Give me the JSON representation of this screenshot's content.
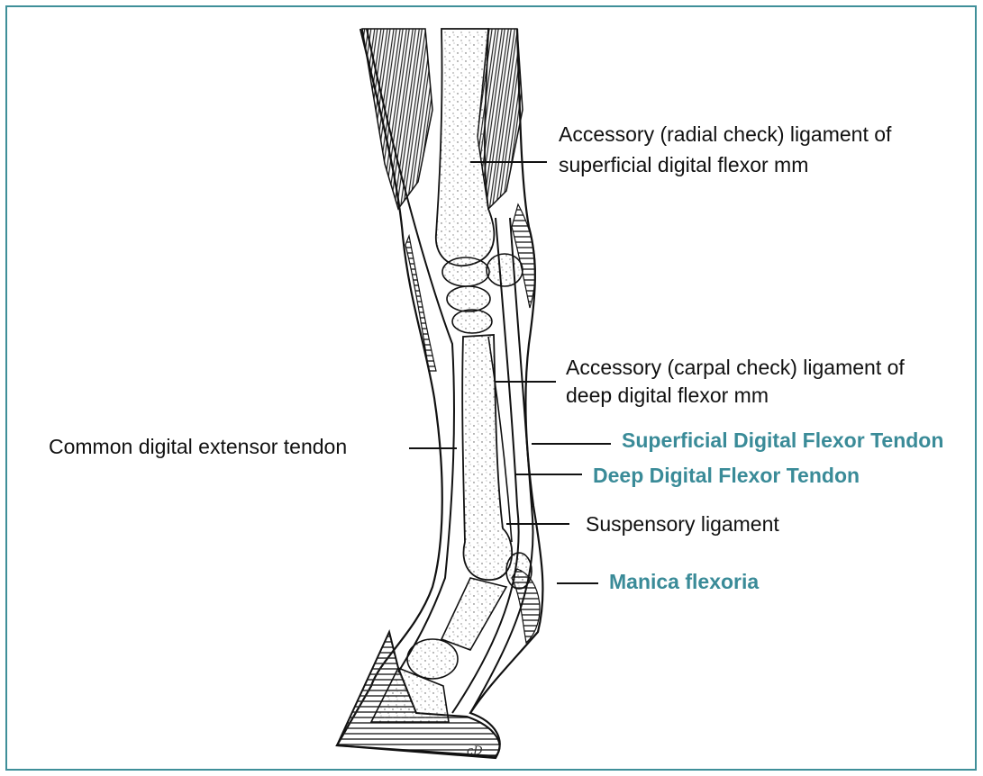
{
  "labels": {
    "radial_check_line1": "Accessory (radial check) ligament of",
    "radial_check_line2": "superficial digital flexor mm",
    "carpal_check_line1": "Accessory (carpal check) ligament of",
    "carpal_check_line2": "deep digital flexor mm",
    "common_extensor": "Common digital extensor tendon",
    "sdft": "Superficial Digital Flexor Tendon",
    "ddft": "Deep Digital Flexor Tendon",
    "suspensory": "Suspensory ligament",
    "manica": "Manica flexoria"
  },
  "colors": {
    "frame": "#3f8f99",
    "highlight_label": "#3a8b98",
    "ink": "#1a1a1a",
    "bone": "#f3f1ea"
  }
}
